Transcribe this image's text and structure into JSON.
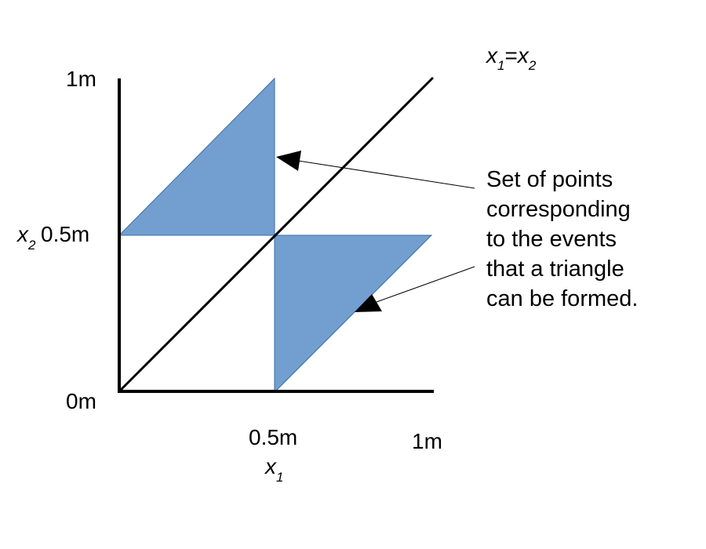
{
  "diagram": {
    "axis_ticks": {
      "y_top": "1m",
      "y_mid": "0.5m",
      "y_bottom": "0m",
      "x_mid": "0.5m",
      "x_right": "1m"
    },
    "x_axis_label": {
      "var": "x",
      "sub": "1"
    },
    "y_axis_label": {
      "var": "x",
      "sub": "2"
    },
    "diagonal_label": {
      "left_var": "x",
      "left_sub": "1",
      "eq": "=",
      "right_var": "x",
      "right_sub": "2"
    },
    "annotation_lines": [
      "Set of points",
      "corresponding",
      "to the events",
      "that a triangle",
      "can be formed."
    ],
    "colors": {
      "region_fill": "#729fcf",
      "axis": "#000000"
    }
  }
}
